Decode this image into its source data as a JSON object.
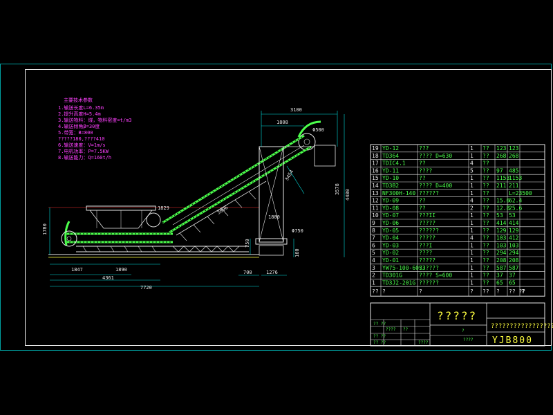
{
  "notes": {
    "title": "主要技术参数",
    "lines": [
      "1.输送长度L=6.35m",
      "2.提升高度H=5.4m",
      "3.输送物料：煤，物料密度=t/m3",
      "4.输送倾角β=30度",
      "5.带宽：B=800",
      "?????180,????410",
      "6.输送速度：V=1m/s",
      "7.电机功率：P=7.5KW",
      "8.输送能力：Q=160t/h"
    ]
  },
  "dimensions": {
    "top_width": "3100",
    "top_sub": "1808",
    "upper_right": "Φ500",
    "height_total": "4480",
    "height_right": "3578",
    "height_left": "1780",
    "feed_width": "1829",
    "slope_len": "3454",
    "mid": "1800",
    "low_right": "Φ750",
    "small_right": "750",
    "foot_right": "160",
    "len_a": "1847",
    "len_b": "1890",
    "len_c": "4361",
    "len_total": "7720",
    "len_d": "700",
    "len_e": "1276",
    "slope_lower": "3896"
  },
  "bom": {
    "rows": [
      [
        "19",
        "YD-12",
        "???",
        "1",
        "??",
        "123",
        "123"
      ],
      [
        "18",
        "TD364",
        "???? D=630",
        "1",
        "??",
        "268",
        "268"
      ],
      [
        "17",
        "TDIC4.1",
        "??",
        "4",
        "??",
        "",
        ""
      ],
      [
        "16",
        "YD-11",
        "????",
        "5",
        "??",
        "97",
        "485"
      ],
      [
        "15",
        "YD-10",
        "??",
        "1",
        "??",
        "1153",
        "1153"
      ],
      [
        "14",
        "TD3B2",
        "???? D=400",
        "1",
        "??",
        "211",
        "211"
      ],
      [
        "13",
        "NF300H-140",
        "??????",
        "1",
        "??",
        "",
        "L=23500"
      ],
      [
        "12",
        "YD-09",
        "??",
        "4",
        "??",
        "15.6",
        "62.4"
      ],
      [
        "11",
        "YD-08",
        "??",
        "2",
        "??",
        "12.8",
        "25.6"
      ],
      [
        "10",
        "YD-07",
        "???II",
        "1",
        "??",
        "53",
        "53"
      ],
      [
        "9",
        "YD-06",
        "?????",
        "1",
        "??",
        "414",
        "414"
      ],
      [
        "8",
        "YD-05",
        "??????",
        "1",
        "??",
        "129",
        "129"
      ],
      [
        "7",
        "YD-04",
        "?????",
        "4",
        "??",
        "103",
        "412"
      ],
      [
        "6",
        "YD-03",
        "???I",
        "1",
        "??",
        "103",
        "103"
      ],
      [
        "5",
        "YD-02",
        "????",
        "1",
        "??",
        "294",
        "294"
      ],
      [
        "4",
        "YD-01",
        "?????",
        "1",
        "??",
        "208",
        "208"
      ],
      [
        "3",
        "YW75-100-60S3",
        "??????",
        "1",
        "??",
        "587",
        "587"
      ],
      [
        "2",
        "TD301G",
        "???? S=600",
        "1",
        "??",
        "37",
        "37"
      ],
      [
        "1",
        "TD3J2-201G",
        "??????",
        "1",
        "??",
        "65",
        "65"
      ]
    ],
    "header": [
      "??",
      "?",
      "?",
      "?",
      "??",
      "?",
      "?? ??",
      "?"
    ]
  },
  "title_block": {
    "big": "?????",
    "desc": "?????????????????",
    "code": "YJB800",
    "small_cells": [
      "?? ??",
      "????",
      "??",
      "?? ??",
      "?? ??",
      "????",
      "?",
      "????"
    ]
  },
  "colors": {
    "green": "#4cff4c",
    "yellow": "#ffff40",
    "cyan": "#00e0e0",
    "magenta": "#ff40ff",
    "white": "#e8e8e8",
    "red": "#ff3030"
  }
}
